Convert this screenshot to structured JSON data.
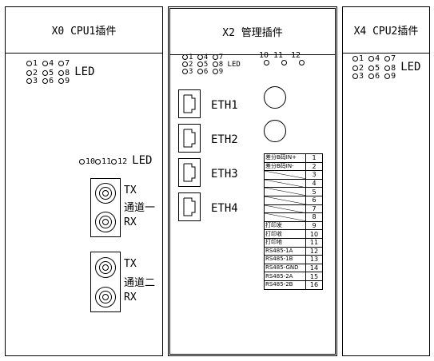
{
  "panels": {
    "cpu1": {
      "title": "X0 CPU1插件"
    },
    "mgmt": {
      "title": "X2 管理插件"
    },
    "cpu2": {
      "title": "X4 CPU2插件"
    }
  },
  "led_grid": {
    "row1": [
      "1",
      "4",
      "7"
    ],
    "row2": [
      "2",
      "5",
      "8"
    ],
    "row3": [
      "3",
      "6",
      "9"
    ],
    "led_label": "LED"
  },
  "cpu1": {
    "led_row": [
      "10",
      "11",
      "12"
    ],
    "led_row_label": "LED",
    "channel1": {
      "tx": "TX",
      "rx": "RX",
      "name": "通道一"
    },
    "channel2": {
      "tx": "TX",
      "rx": "RX",
      "name": "通道二"
    }
  },
  "mgmt": {
    "led_top": [
      "10",
      "11",
      "12"
    ],
    "eth": [
      "ETH1",
      "ETH2",
      "ETH3",
      "ETH4"
    ],
    "terminals": [
      {
        "label": "差分B码IN+",
        "num": "1"
      },
      {
        "label": "差分B码IN-",
        "num": "2"
      },
      {
        "label": "",
        "num": "3"
      },
      {
        "label": "",
        "num": "4"
      },
      {
        "label": "",
        "num": "5"
      },
      {
        "label": "",
        "num": "6"
      },
      {
        "label": "",
        "num": "7"
      },
      {
        "label": "",
        "num": "8"
      },
      {
        "label": "打印发",
        "num": "9"
      },
      {
        "label": "打印收",
        "num": "10"
      },
      {
        "label": "打印地",
        "num": "11"
      },
      {
        "label": "RS485-1A",
        "num": "12"
      },
      {
        "label": "RS485-1B",
        "num": "13"
      },
      {
        "label": "RS485-GND",
        "num": "14"
      },
      {
        "label": "RS485-2A",
        "num": "15"
      },
      {
        "label": "RS485-2B",
        "num": "16"
      }
    ]
  }
}
